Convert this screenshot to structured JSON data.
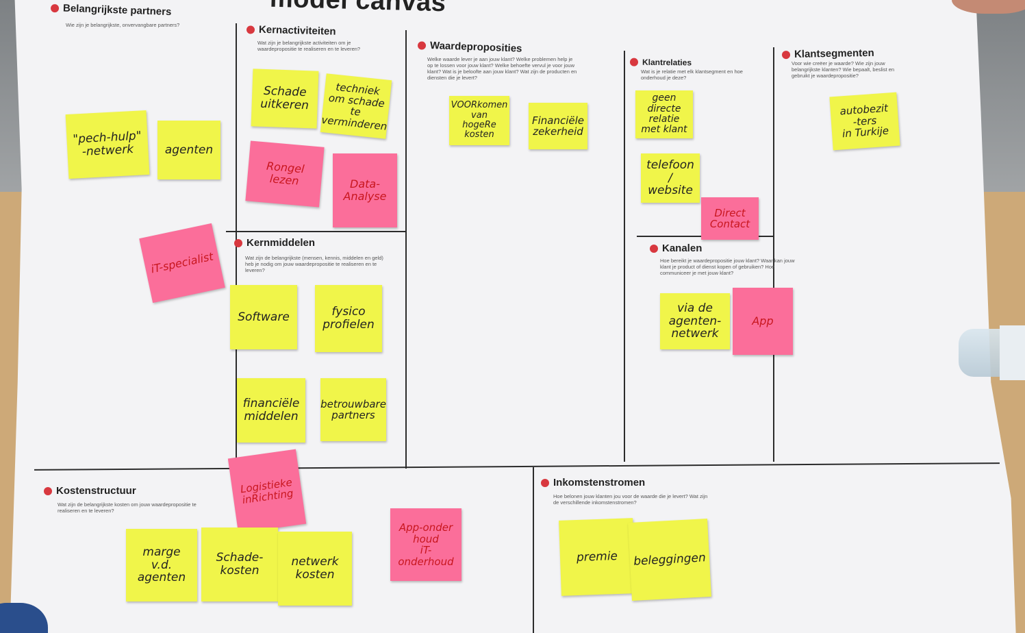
{
  "title": "model canvas",
  "sections": {
    "partners": {
      "title": "Belangrijkste partners",
      "desc": "Wie zijn je belangrijkste, onvervangbare partners?"
    },
    "activities": {
      "title": "Kernactiviteiten",
      "desc": "Wat zijn je belangrijkste activiteiten om je waardepropositie te realiseren en te leveren?"
    },
    "value": {
      "title": "Waardeproposities",
      "desc": "Welke waarde lever je aan jouw klant? Welke problemen help je op te lossen voor jouw klant? Welke behoefte vervul je voor jouw klant? Wat is je beloofte aan jouw klant? Wat zijn de producten en diensten die je levert?"
    },
    "relations": {
      "title": "Klantrelaties",
      "desc": "Wat is je relatie met elk klantsegment en hoe onderhoud je deze?"
    },
    "segments": {
      "title": "Klantsegmenten",
      "desc": "Voor wie creëer je waarde? Wie zijn jouw belangrijkste klanten? Wie bepaalt, beslist en gebruikt je waardepropositie?"
    },
    "resources": {
      "title": "Kernmiddelen",
      "desc": "Wat zijn de belangrijkste (mensen, kennis, middelen en geld) heb je nodig om jouw waardepropositie te realiseren en te leveren?"
    },
    "channels": {
      "title": "Kanalen",
      "desc": "Hoe bereikt je waardepropositie jouw klant? Waar kan jouw klant je product of dienst kopen of gebruiken? Hoe communiceer je met jouw klant?"
    },
    "costs": {
      "title": "Kostenstructuur",
      "desc": "Wat zijn de belangrijkste kosten om jouw waardepropositie te realiseren en te leveren?"
    },
    "revenue": {
      "title": "Inkomstenstromen",
      "desc": "Hoe belonen jouw klanten jou voor de waarde die je levert? Wat zijn de verschillende inkomstenstromen?"
    }
  },
  "notes": {
    "pechhulp": "\"pech-hulp\"\n-netwerk",
    "agenten": "agenten",
    "it_specialist": "iT-specialist",
    "schade_uitkeren": "Schade\nuitkeren",
    "techniek": "techniek\nom schade\nte verminderen",
    "rongel_lezen": "Rongel\nlezen",
    "data_analyse": "Data-\nAnalyse",
    "voorkomen": "VOORkomen\nvan\nhogeRe\nkosten",
    "financiele_zekerheid": "Financiële\nzekerheid",
    "geen_relatie": "geen\ndirecte\nrelatie\nmet klant",
    "telefoon_website": "telefoon\n/ website",
    "direct_contact": "Direct\nContact",
    "autobezitters": "autobezit\n-ters\nin Turkije",
    "software": "Software",
    "fysieke_profielen": "fysico\nprofielen",
    "financiele_middelen": "financiële\nmiddelen",
    "betrouwbare_partners": "betrouwbare\npartners",
    "via_agenten": "via de\nagenten-\nnetwerk",
    "app": "App",
    "logistieke": "Logistieke\ninRichting",
    "marge": "marge\nv.d.\nagenten",
    "schadekosten": "Schade-\nkosten",
    "netwerkkosten": "netwerk\nkosten",
    "app_onderhoud": "App-onder\nhoud\niT-onderhoud",
    "premie": "premie",
    "beleggingen": "beleggingen"
  },
  "colors": {
    "sticky_yellow": "#f0f54a",
    "sticky_pink": "#fb6e9a",
    "accent_dot": "#d8383f"
  }
}
